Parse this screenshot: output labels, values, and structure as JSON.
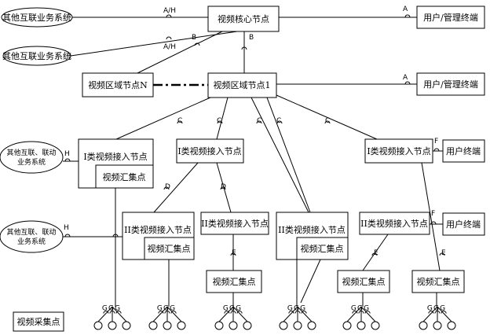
{
  "nodes": {
    "core": "视频核心节点",
    "region1": "视频区域节点1",
    "regionN": "视频区域节点N",
    "user_mgmt_1": "用户/管理终端",
    "user_mgmt_2": "用户/管理终端",
    "user_term_1": "用户终端",
    "user_term_2": "用户终端",
    "other_biz_1": "其他互联业务系统",
    "other_biz_2": "其他互联业务系统",
    "other_linkage_1_line1": "其他互联、联动",
    "other_linkage_1_line2": "业务系统",
    "other_linkage_2_line1": "其他互联、联动",
    "other_linkage_2_line2": "业务系统",
    "access_I_1": "I类视频接入节点",
    "access_I_2": "I类视频接入节点",
    "access_I_3": "I类视频接入节点",
    "access_II_1": "II类视频接入节点",
    "access_II_2": "II类视频接入节点",
    "access_II_3": "II类视频接入节点",
    "access_II_4": "II类视频接入节点",
    "agg_in_I_1": "视频汇集点",
    "agg_in_II_1": "视频汇集点",
    "agg_in_II_3": "视频汇集点",
    "agg_1": "视频汇集点",
    "agg_2": "视频汇集点",
    "agg_3": "视频汇集点",
    "collection_point": "视频采集点"
  },
  "interfaces": {
    "A": "A",
    "AH": "A/H",
    "B": "B",
    "C": "C",
    "D": "D",
    "E": "E",
    "F": "F",
    "G": "G",
    "H": "H"
  }
}
